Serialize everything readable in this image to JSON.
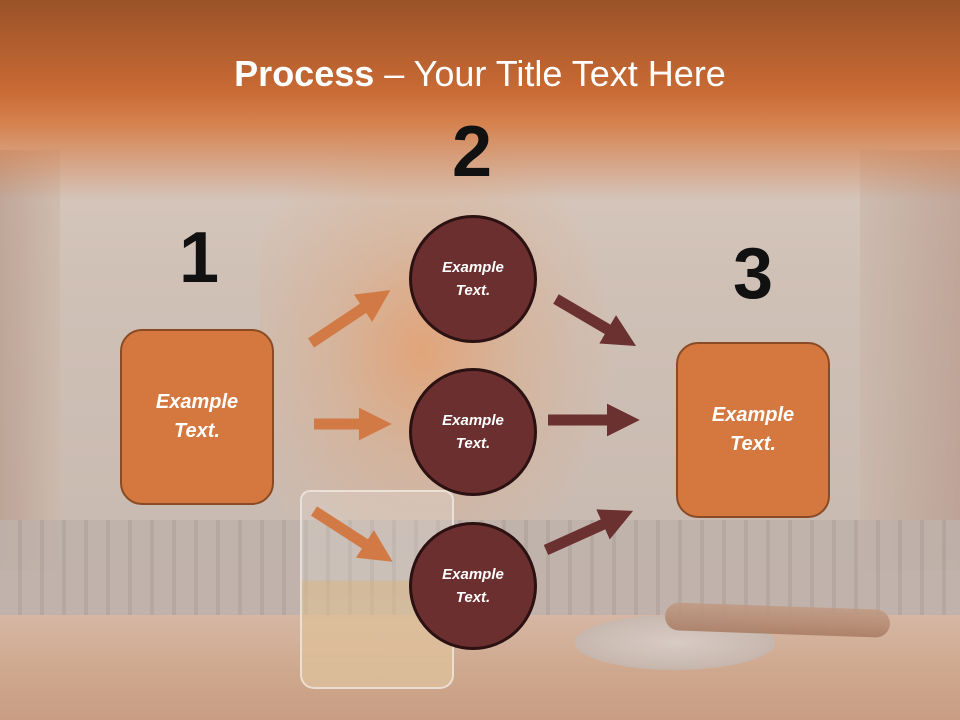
{
  "title": {
    "bold": "Process",
    "rest": " – Your Title Text Here"
  },
  "steps": [
    {
      "number": "1",
      "box_text": "Example Text."
    },
    {
      "number": "2",
      "circles": [
        "Example Text.",
        "Example Text.",
        "Example Text."
      ]
    },
    {
      "number": "3",
      "box_text": "Example Text."
    }
  ],
  "colors": {
    "header_orange": "#c86a34",
    "box_fill": "#d4783f",
    "box_border": "#8a4b24",
    "circle_fill": "#6b2f2f",
    "circle_border": "#2b1111",
    "arrow_in": "#d27a45",
    "arrow_out": "#6b3030"
  }
}
